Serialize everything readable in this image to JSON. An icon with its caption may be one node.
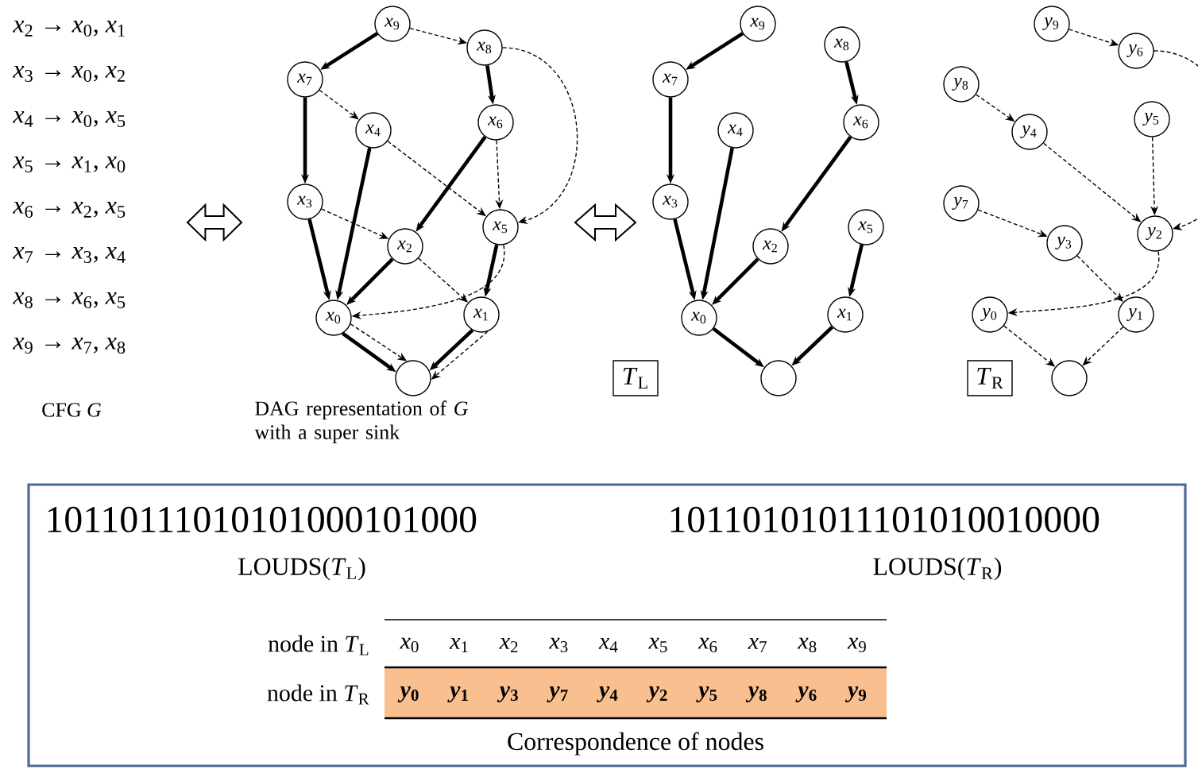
{
  "diagram": {
    "nodes": [
      {
        "text": [
          "*x*$_{0}$"
        ]
      },
      {
        "text": [
          "*x*$_{1}$"
        ]
      },
      {
        "text": [
          "*x*$_{2}$"
        ]
      },
      {
        "text": [
          "*x*$_{3}$"
        ]
      },
      {
        "text": [
          "*x*$_{4}$"
        ]
      },
      {
        "text": [
          "*x*$_{5}$"
        ]
      },
      {
        "text": [
          "*x*$_{6}$"
        ]
      },
      {
        "text": [
          "*x*$_{7}$"
        ]
      },
      {
        "text": [
          "*x*$_{8}$"
        ]
      },
      {
        "text": [
          "*x*$_{9}$"
        ]
      },
      {
        "text": [],
        "shape": "circle"
      },
      {
        "text": [
          "*x*$_{0}$"
        ]
      },
      {
        "text": [
          "*x*$_{1}$"
        ]
      },
      {
        "text": [
          "*x*$_{2}$"
        ]
      },
      {
        "text": [
          "*x*$_{3}$"
        ]
      },
      {
        "text": [
          "*x*$_{4}$"
        ]
      },
      {
        "text": [
          "*x*$_{5}$"
        ]
      },
      {
        "text": [
          "*x*$_{6}$"
        ]
      },
      {
        "text": [
          "*x*$_{7}$"
        ]
      },
      {
        "text": [
          "*x*$_{8}$"
        ]
      },
      {
        "text": [
          "*x*$_{9}$"
        ]
      },
      {
        "text": [],
        "shape": "circle"
      },
      {
        "text": [
          "*y*$_{0}$"
        ]
      },
      {
        "text": [
          "*y*$_{1}$"
        ]
      },
      {
        "text": [
          "*y*$_{2}$"
        ]
      },
      {
        "text": [
          "*y*$_{3}$"
        ]
      },
      {
        "text": [
          "*y*$_{4}$"
        ]
      },
      {
        "text": [
          "*y*$_{5}$"
        ]
      },
      {
        "text": [
          "*y*$_{6}$"
        ]
      },
      {
        "text": [
          "*y*$_{7}$"
        ]
      },
      {
        "text": [
          "*y*$_{8}$"
        ]
      },
      {
        "text": [
          "*y*$_{9}$"
        ]
      },
      {
        "text": [],
        "shape": "circle"
      },
      {
        "text": [
          "*T*$_{L}$"
        ]
      },
      {
        "text": [
          "*T*$_{R}$"
        ]
      },
      {
        "text": [
          "10110111010101000101000",
          "LOUDS(*T*$_{L}$)",
          "10110101011101010010000",
          "LOUDS(*T*$_{R}$)"
        ]
      }
    ],
    "edges": [
      {
        "from": 9,
        "to": 7,
        "arrow": "to",
        "style": "thick"
      },
      {
        "from": 9,
        "to": 8,
        "arrow": "to",
        "style": "dashed"
      },
      {
        "from": 8,
        "to": 6,
        "arrow": "to",
        "style": "thick"
      },
      {
        "from": 8,
        "to": 5,
        "arrow": "to",
        "style": "dashed"
      },
      {
        "from": 7,
        "to": 3,
        "arrow": "to",
        "style": "thick"
      },
      {
        "from": 7,
        "to": 4,
        "arrow": "to",
        "style": "dashed"
      },
      {
        "from": 6,
        "to": 2,
        "arrow": "to",
        "style": "thick"
      },
      {
        "from": 6,
        "to": 5,
        "arrow": "to",
        "style": "dashed"
      },
      {
        "from": 5,
        "to": 1,
        "arrow": "to",
        "style": "thick"
      },
      {
        "from": 5,
        "to": 0,
        "arrow": "to",
        "style": "dashed"
      },
      {
        "from": 4,
        "to": 0,
        "arrow": "to",
        "style": "thick"
      },
      {
        "from": 4,
        "to": 5,
        "arrow": "to",
        "style": "dashed"
      },
      {
        "from": 3,
        "to": 0,
        "arrow": "to",
        "style": "thick"
      },
      {
        "from": 3,
        "to": 2,
        "arrow": "to",
        "style": "dashed"
      },
      {
        "from": 2,
        "to": 0,
        "arrow": "to",
        "style": "thick"
      },
      {
        "from": 2,
        "to": 1,
        "arrow": "to",
        "style": "dashed"
      },
      {
        "from": 1,
        "to": 10,
        "arrow": "to",
        "style": "thick"
      },
      {
        "from": 1,
        "to": 10,
        "arrow": "to",
        "style": "dashed"
      },
      {
        "from": 0,
        "to": 10,
        "arrow": "to",
        "style": "thick"
      },
      {
        "from": 0,
        "to": 10,
        "arrow": "to",
        "style": "dashed"
      },
      {
        "from": 20,
        "to": 18,
        "arrow": "to",
        "style": "thick"
      },
      {
        "from": 19,
        "to": 17,
        "arrow": "to",
        "style": "thick"
      },
      {
        "from": 18,
        "to": 14,
        "arrow": "to",
        "style": "thick"
      },
      {
        "from": 17,
        "to": 13,
        "arrow": "to",
        "style": "thick"
      },
      {
        "from": 16,
        "to": 12,
        "arrow": "to",
        "style": "thick"
      },
      {
        "from": 15,
        "to": 11,
        "arrow": "to",
        "style": "thick"
      },
      {
        "from": 14,
        "to": 11,
        "arrow": "to",
        "style": "thick"
      },
      {
        "from": 13,
        "to": 11,
        "arrow": "to",
        "style": "thick"
      },
      {
        "from": 12,
        "to": 21,
        "arrow": "to",
        "style": "thick"
      },
      {
        "from": 11,
        "to": 21,
        "arrow": "to",
        "style": "thick"
      },
      {
        "from": 31,
        "to": 28,
        "arrow": "to",
        "style": "dashed"
      },
      {
        "from": 28,
        "to": 24,
        "arrow": "to",
        "style": "dashed"
      },
      {
        "from": 30,
        "to": 26,
        "arrow": "to",
        "style": "dashed"
      },
      {
        "from": 27,
        "to": 24,
        "arrow": "to",
        "style": "dashed"
      },
      {
        "from": 24,
        "to": 22,
        "arrow": "to",
        "style": "dashed"
      },
      {
        "from": 26,
        "to": 24,
        "arrow": "to",
        "style": "dashed"
      },
      {
        "from": 29,
        "to": 25,
        "arrow": "to",
        "style": "dashed"
      },
      {
        "from": 25,
        "to": 23,
        "arrow": "to",
        "style": "dashed"
      },
      {
        "from": 23,
        "to": 32,
        "arrow": "to",
        "style": "dashed"
      },
      {
        "from": 22,
        "to": 32,
        "arrow": "to",
        "style": "dashed"
      }
    ],
    "labels": [
      "*x*$_{2}$ → *x*$_{0}$, *x*$_{1}$",
      "*x*$_{3}$ → *x*$_{0}$, *x*$_{2}$",
      "*x*$_{4}$ → *x*$_{0}$, *x*$_{5}$",
      "*x*$_{5}$ → *x*$_{1}$, *x*$_{0}$",
      "*x*$_{6}$ → *x*$_{2}$, *x*$_{5}$",
      "*x*$_{7}$ → *x*$_{3}$, *x*$_{4}$",
      "*x*$_{8}$ → *x*$_{6}$, *x*$_{5}$",
      "*x*$_{9}$ → *x*$_{7}$, *x*$_{8}$",
      "CFG *G*",
      "DAG representation of *G* with a super sink",
      "node in *T*$_{L}$",
      "*x*$_{0}$",
      "*x*$_{1}$",
      "*x*$_{2}$",
      "*x*$_{3}$",
      "*x*$_{4}$",
      "*x*$_{5}$",
      "*x*$_{6}$",
      "*x*$_{7}$",
      "*x*$_{8}$",
      "*x*$_{9}$",
      "node in *T*$_{R}$",
      "*y*$_{0}$",
      "*y*$_{1}$",
      "*y*$_{3}$",
      "*y*$_{7}$",
      "*y*$_{4}$",
      "*y*$_{2}$",
      "*y*$_{5}$",
      "*y*$_{8}$",
      "*y*$_{6}$",
      "*y*$_{9}$",
      "Correspondence of nodes"
    ]
  }
}
